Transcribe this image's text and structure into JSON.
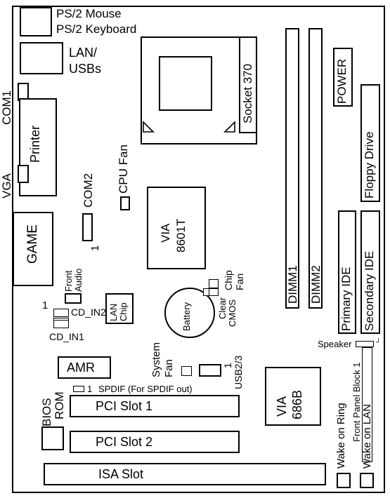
{
  "labels": {
    "ps2_mouse": "PS/2 Mouse",
    "ps2_keyboard": "PS/2 Keyboard",
    "lan_usbs_1": "LAN/",
    "lan_usbs_2": "USBs",
    "com1": "COM1",
    "printer": "Printer",
    "vga": "VGA",
    "game": "GAME",
    "com2": "COM2",
    "com2_pin": "1",
    "cpu_fan": "CPU Fan",
    "socket": "Socket 370",
    "via_north_1": "VIA",
    "via_north_2": "8601T",
    "dimm1": "DIMM1",
    "dimm2": "DIMM2",
    "power": "POWER",
    "floppy": "Floppy Drive",
    "primary_ide": "Primary IDE",
    "secondary_ide": "Secondary IDE",
    "front_audio_1": "Front",
    "front_audio_2": "Audio",
    "audio_pin": "1",
    "cd_in2": "CD_IN2",
    "cd_in1": "CD_IN1",
    "lan_chip_1": "LAN",
    "lan_chip_2": "Chip",
    "battery": "Battery",
    "clear_cmos_1": "Clear",
    "clear_cmos_2": "CMOS",
    "chip_fan_1": "Chip",
    "chip_fan_2": "Fan",
    "speaker": "Speaker",
    "amr": "AMR",
    "system_fan_1": "System",
    "system_fan_2": "Fan",
    "usb23_pin": "1",
    "usb23": "USB2/3",
    "bios_1": "BIOS",
    "bios_2": "ROM",
    "spdif_pin": "1",
    "spdif": "SPDIF (For SPDIF out)",
    "pci1": "PCI Slot 1",
    "pci2": "PCI Slot 2",
    "isa": "ISA Slot",
    "via_south_1": "VIA",
    "via_south_2": "686B",
    "front_panel": "Front Panel Block 1",
    "wake_ring": "Wake on Ring",
    "wake_lan": "Wake on LAN"
  }
}
